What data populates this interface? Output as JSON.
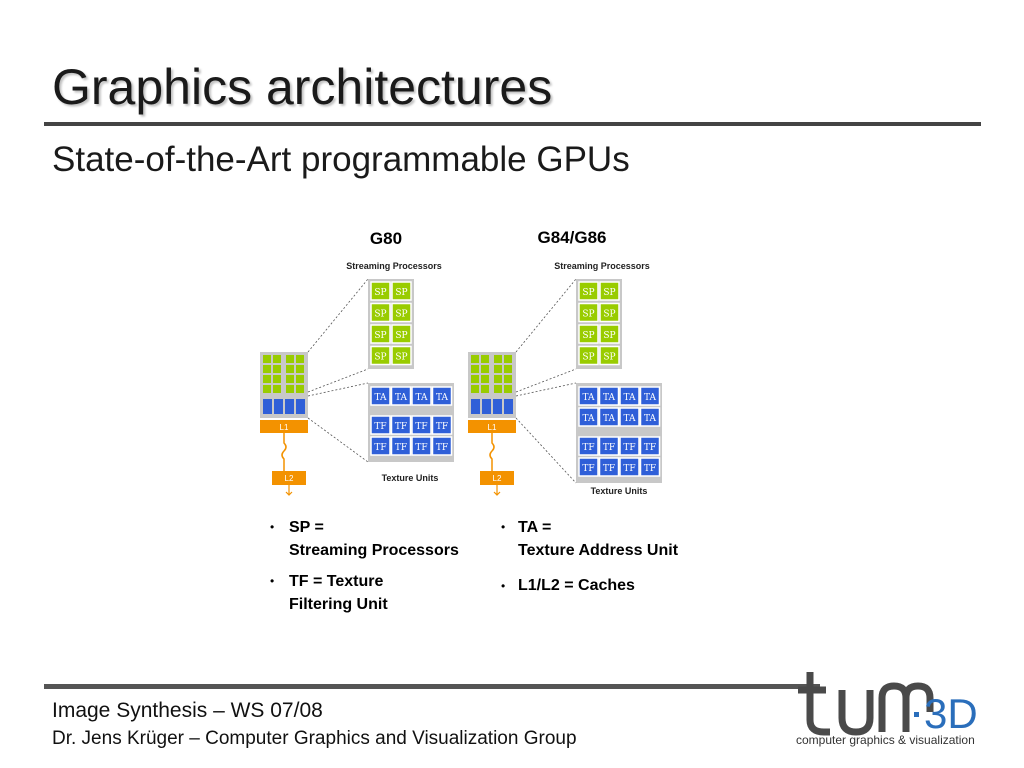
{
  "slide": {
    "title": "Graphics architectures",
    "subtitle": "State-of-the-Art programmable GPUs"
  },
  "diagram": {
    "panels": [
      {
        "name": "G80",
        "sp_label": "Streaming Processors",
        "tex_label": "Texture Units",
        "sp_rows": 4,
        "ta_rows": 1,
        "tf_rows": 2
      },
      {
        "name": "G84/G86",
        "sp_label": "Streaming Processors",
        "tex_label": "Texture Units",
        "sp_rows": 4,
        "ta_rows": 2,
        "tf_rows": 2
      }
    ],
    "cell_labels": {
      "sp": "SP",
      "ta": "TA",
      "tf": "TF",
      "l1": "L1",
      "l2": "L2"
    },
    "colors": {
      "sp_green": "#99cc00",
      "tex_blue": "#2f5fd8",
      "cache_orange": "#f39200",
      "frame_gray": "#c8c8c8"
    }
  },
  "bullets": {
    "left": [
      "SP = Streaming Processors",
      "TF = Texture Filtering Unit"
    ],
    "right": [
      "TA = Texture Address Unit",
      "L1/L2 = Caches"
    ]
  },
  "footer": {
    "line1": "Image Synthesis – WS 07/08",
    "line2": "Dr. Jens Krüger – Computer Graphics and Visualization Group"
  },
  "logo": {
    "wordmark": "tum",
    "suffix": ".3D",
    "caption": "computer graphics & visualization",
    "color_dark": "#4a4a4a",
    "color_blue": "#2a6ebb"
  }
}
